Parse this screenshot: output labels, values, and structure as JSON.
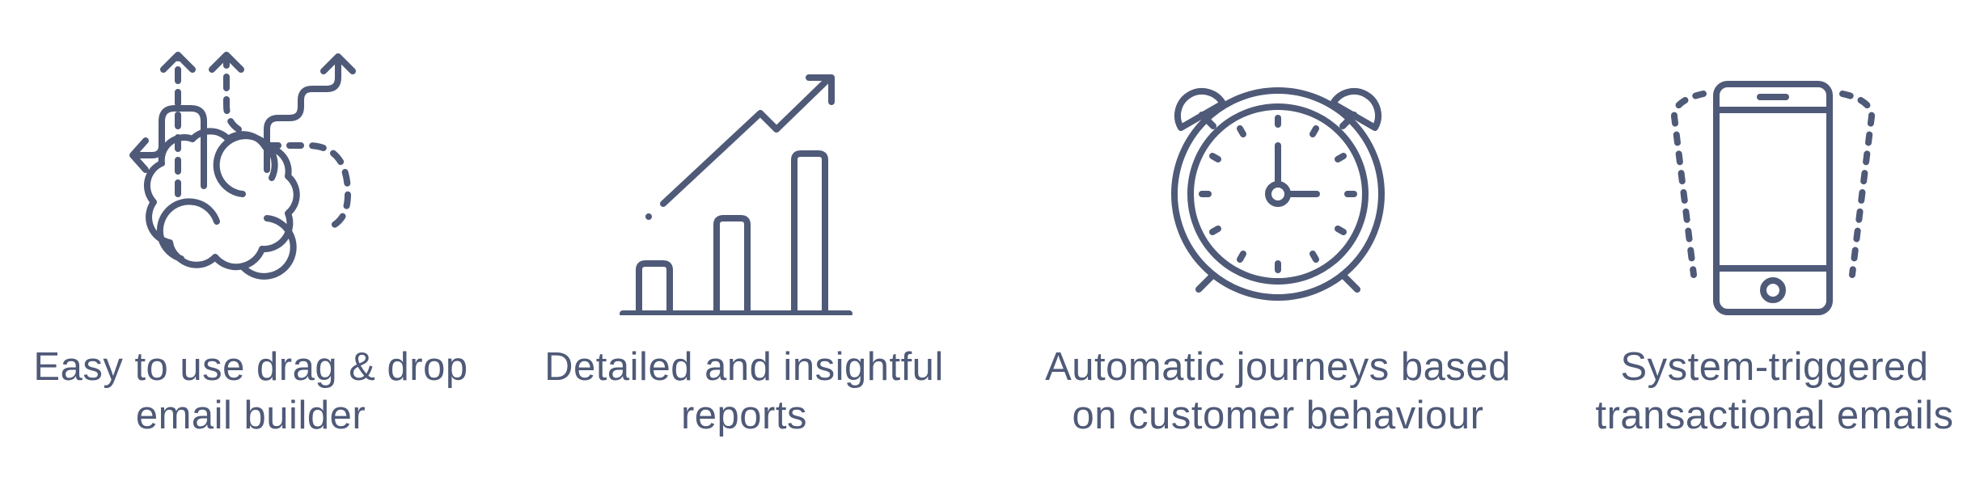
{
  "accent_color": "#4f5a78",
  "features": [
    {
      "icon": "brain-arrows-icon",
      "caption_line1": "Easy to use drag & drop",
      "caption_line2": "email builder"
    },
    {
      "icon": "growth-chart-icon",
      "caption_line1": "Detailed and insightful",
      "caption_line2": "reports"
    },
    {
      "icon": "alarm-clock-icon",
      "caption_line1": "Automatic journeys based",
      "caption_line2": "on customer behaviour"
    },
    {
      "icon": "vibrating-phone-icon",
      "caption_line1": "System-triggered",
      "caption_line2": "transactional emails"
    }
  ]
}
